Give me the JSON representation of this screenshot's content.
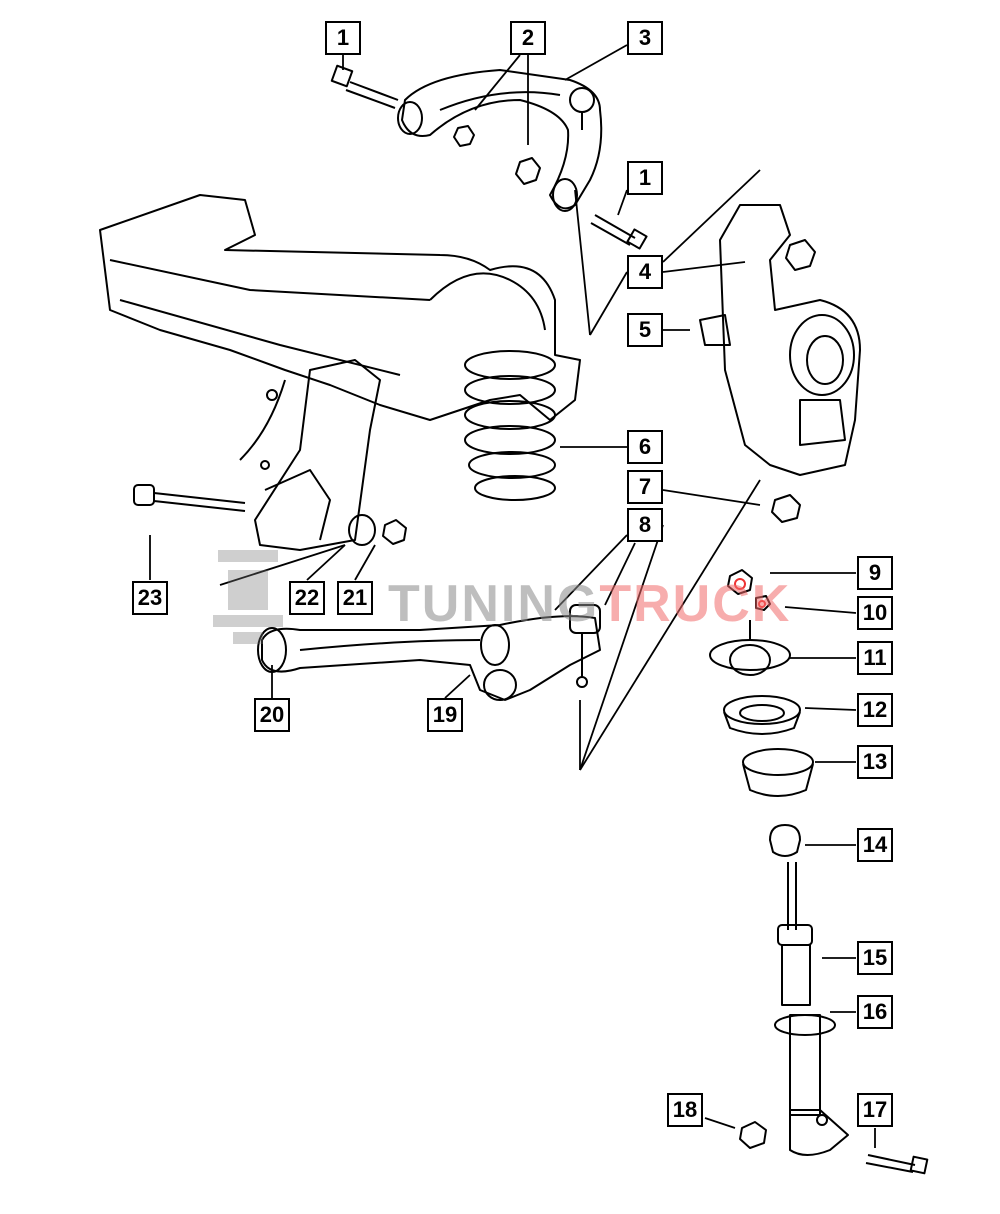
{
  "diagram": {
    "callouts": [
      "1",
      "2",
      "3",
      "1",
      "4",
      "5",
      "6",
      "7",
      "8",
      "9",
      "10",
      "11",
      "12",
      "13",
      "14",
      "15",
      "16",
      "17",
      "18",
      "19",
      "20",
      "21",
      "22",
      "23"
    ]
  },
  "watermark": {
    "part1": "TUNING",
    "part2": "TRUCK",
    "color1": "#8a8a8a",
    "color2": "#f26b6b"
  }
}
